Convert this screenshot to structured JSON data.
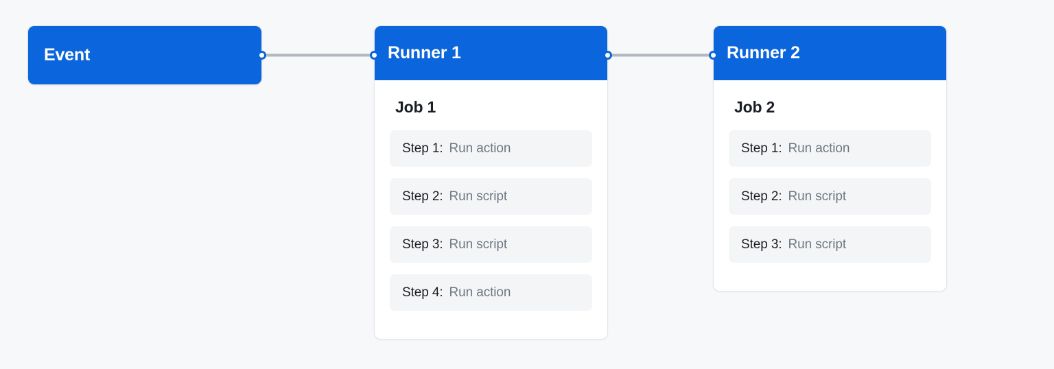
{
  "canvas": {
    "background_color": "#f7f8fa",
    "accent_color": "#0b65dc",
    "edge_color": "#b1b8c0",
    "step_background": "#f4f5f7",
    "label_color": "#1b1f24",
    "value_color": "#6e7781"
  },
  "nodes": [
    {
      "id": "event",
      "title": "Event",
      "type": "event",
      "handles": [
        "source"
      ]
    },
    {
      "id": "runner-1",
      "title": "Runner 1",
      "type": "runner",
      "job": "Job 1",
      "handles": [
        "target",
        "source"
      ],
      "steps": [
        {
          "label": "Step 1:",
          "value": "Run action"
        },
        {
          "label": "Step 2:",
          "value": "Run script"
        },
        {
          "label": "Step 3:",
          "value": "Run script"
        },
        {
          "label": "Step 4:",
          "value": "Run action"
        }
      ]
    },
    {
      "id": "runner-2",
      "title": "Runner 2",
      "type": "runner",
      "job": "Job 2",
      "handles": [
        "target"
      ],
      "steps": [
        {
          "label": "Step 1:",
          "value": "Run action"
        },
        {
          "label": "Step 2:",
          "value": "Run script"
        },
        {
          "label": "Step 3:",
          "value": "Run script"
        }
      ]
    }
  ],
  "edges": [
    {
      "id": "edge-event-runner1",
      "from": "event",
      "to": "runner-1"
    },
    {
      "id": "edge-runner1-runner2",
      "from": "runner-1",
      "to": "runner-2"
    }
  ]
}
